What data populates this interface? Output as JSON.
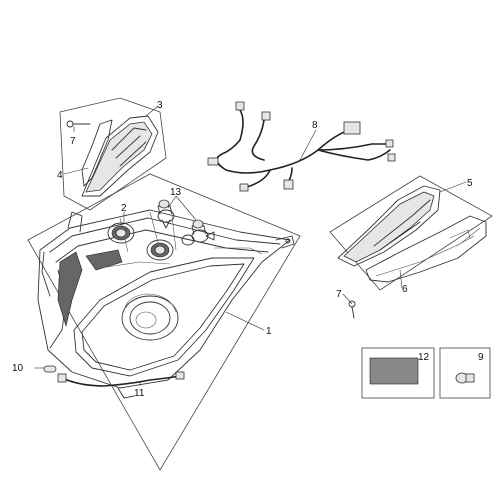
{
  "diagram": {
    "labels": {
      "p1": "1",
      "p2": "2",
      "p3": "3",
      "p4": "4",
      "p5": "5",
      "p6": "6",
      "p7a": "7",
      "p7b": "7",
      "p8": "8",
      "p9": "9",
      "p10": "10",
      "p11": "11",
      "p12": "12",
      "p13": "13"
    }
  }
}
